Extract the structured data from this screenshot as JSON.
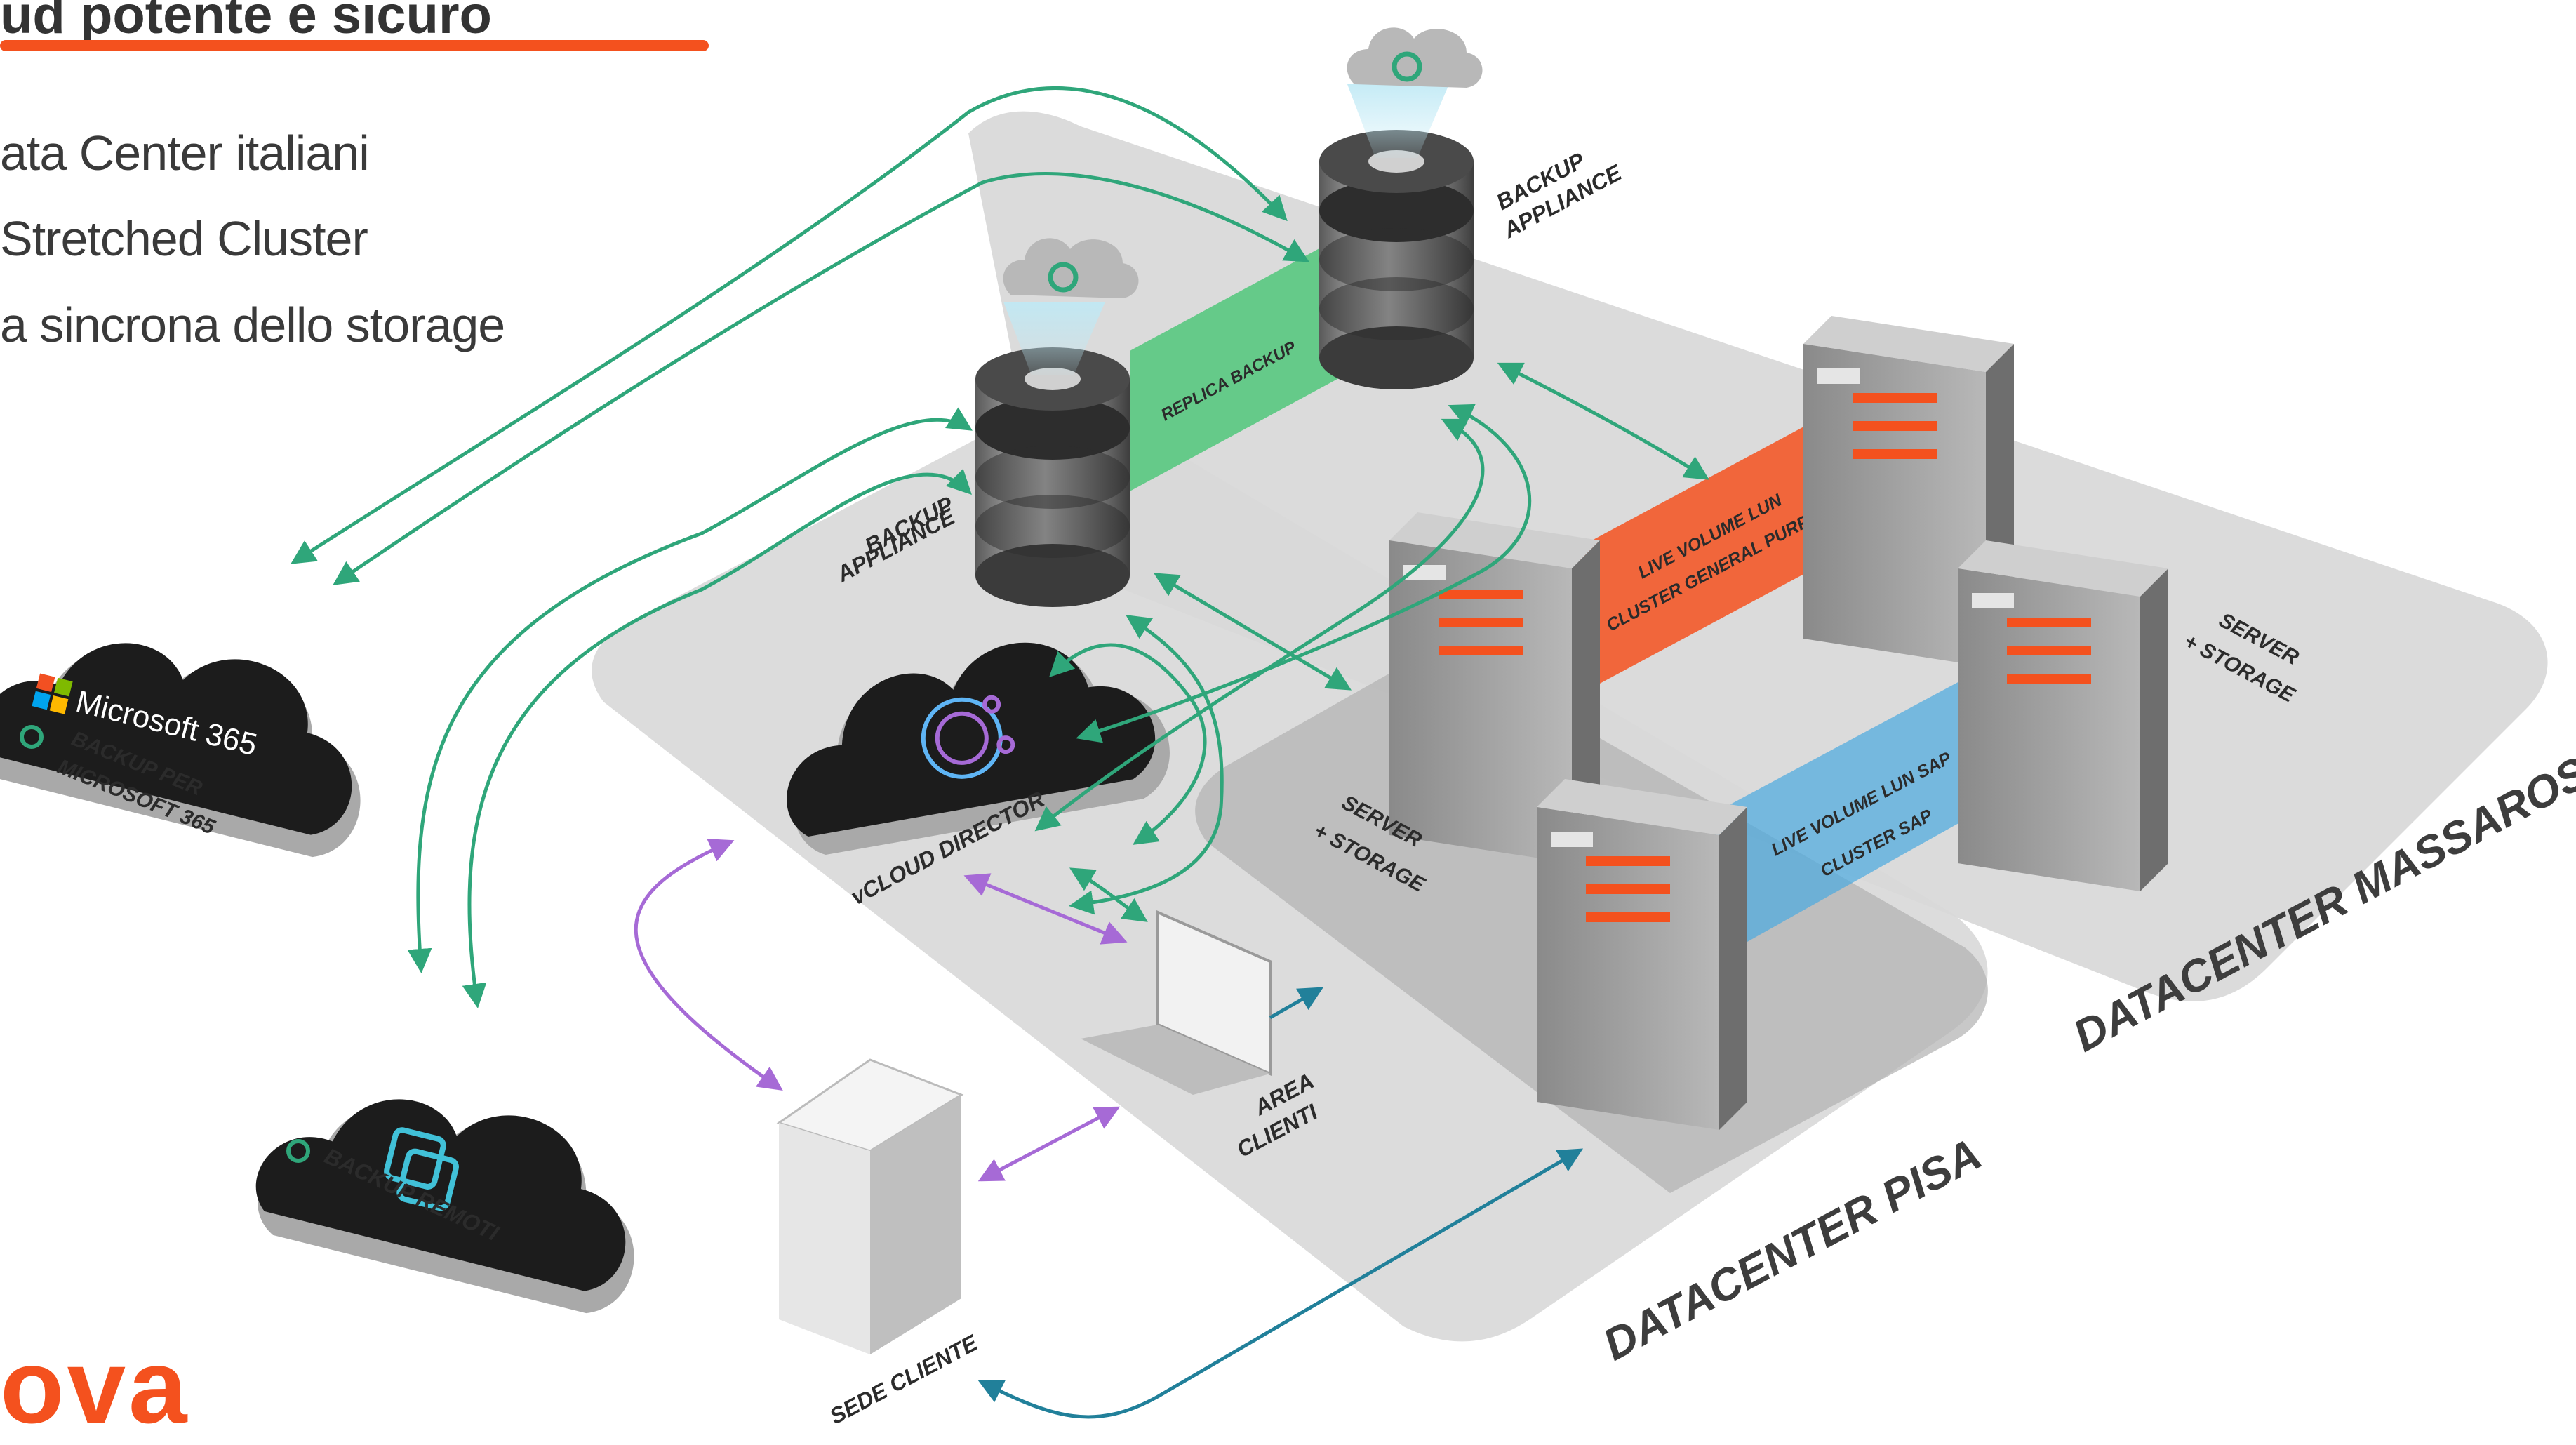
{
  "header": {
    "title": "ud potente e sicuro",
    "bullets": [
      "ata Center italiani",
      "Stretched Cluster",
      "a sincrona dello storage"
    ],
    "accent_color": "#f4511e"
  },
  "brand": {
    "logo_text": "ova",
    "color": "#f4511e"
  },
  "diagram": {
    "clouds": {
      "microsoft": {
        "text": "Microsoft 365",
        "caption_line1": "BACKUP PER",
        "caption_line2": "MICROSOFT 365",
        "icon": "windows-logo-icon"
      },
      "remote": {
        "caption": "BACKUP REMOTI",
        "icon": "vmware-logo-icon"
      },
      "vcloud": {
        "caption": "vCLOUD DIRECTOR",
        "icon": "vcloud-logo-icon"
      }
    },
    "appliances": {
      "left_line1": "BACKUP",
      "left_line2": "APPLIANCE",
      "right_line1": "BACKUP",
      "right_line2": "APPLIANCE"
    },
    "links": {
      "replica": "REPLICA BACKUP",
      "orange_line1": "LIVE VOLUME LUN",
      "orange_line2": "CLUSTER GENERAL PURPOSE",
      "blue_line1": "LIVE VOLUME LUN SAP",
      "blue_line2": "CLUSTER SAP"
    },
    "servers": {
      "pisa_line1": "SERVER",
      "pisa_line2": "+ STORAGE",
      "massarosa_line1": "SERVER",
      "massarosa_line2": "+ STORAGE"
    },
    "client_area_line1": "AREA",
    "client_area_line2": "CLIENTI",
    "client_site": "SEDE CLIENTE",
    "datacenters": {
      "pisa": "DATACENTER PISA",
      "massarosa": "DATACENTER MASSAROSA"
    },
    "colors": {
      "green": "#2fa67a",
      "purple": "#a66ad6",
      "teal": "#21809a",
      "orange": "#f4511e",
      "blue": "#4aa9e0",
      "replica": "#3ec46d"
    }
  }
}
